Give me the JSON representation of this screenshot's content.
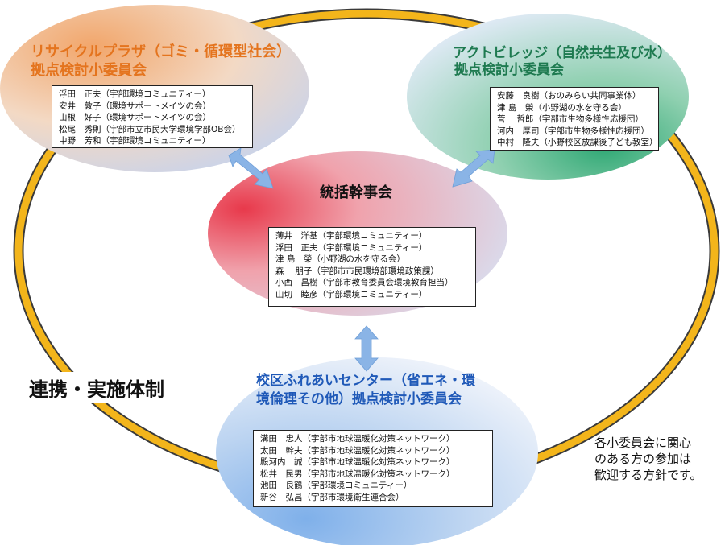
{
  "colors": {
    "ring": "#f3b51b",
    "recycle_title": "#e4741e",
    "act_title": "#1e7a50",
    "center_title": "#111111",
    "school_title": "#1f59b8",
    "arrow": "#8ab4e6"
  },
  "recycle": {
    "title_line1": "リサイクルプラザ（ゴミ・循環型社会）",
    "title_line2": "拠点検討小委員会",
    "members": [
      "浮田　正夫（宇部環境コミュニティー）",
      "安井　敦子（環境サポートメイツの会）",
      "山根　好子（環境サポートメイツの会）",
      "松尾　秀則（宇部市立市民大学環境学部OB会）",
      "中野　芳和（宇部環境コミュニティー）"
    ]
  },
  "act": {
    "title_line1": "アクトビレッジ（自然共生及び水）",
    "title_line2": "拠点検討小委員会",
    "members": [
      "安藤　良樹（おのみらい共同事業体）",
      "津 島　榮（小野湖の水を守る会）",
      "菅　 哲郎（宇部市生物多様性応援団）",
      "河内　厚司（宇部市生物多様性応援団）",
      "中村　隆夫（小野校区放課後子ども教室）"
    ]
  },
  "center": {
    "title": "統括幹事会",
    "members": [
      "薄井　洋基（宇部環境コミュニティー）",
      "浮田　正夫（宇部環境コミュニティー）",
      "津 島　榮（小野湖の水を守る会）",
      "森　 朋子（宇部市市民環境部環境政策課）",
      "小西　昌樹（宇部市教育委員会環境教育担当）",
      "山切　睦彦（宇部環境コミュニティー）"
    ]
  },
  "school": {
    "title_line1": "校区ふれあいセンター（省エネ・環",
    "title_line2": "境倫理その他）拠点検討小委員会",
    "members": [
      "溝田　忠人（宇部市地球温暖化対策ネットワーク）",
      "太田　幹夫（宇部市地球温暖化対策ネットワーク）",
      "殿河内　誠（宇部市地球温暖化対策ネットワーク）",
      "松井　民男（宇部市地球温暖化対策ネットワーク）",
      "池田　良鶴（宇部環境コミュニティー）",
      "新谷　弘昌（宇部市環境衛生連合会）"
    ]
  },
  "side_label": "連携・実施体制",
  "note": {
    "line1": "各小委員会に関心",
    "line2": "のある方の参加は",
    "line3": "歓迎する方針です。"
  }
}
